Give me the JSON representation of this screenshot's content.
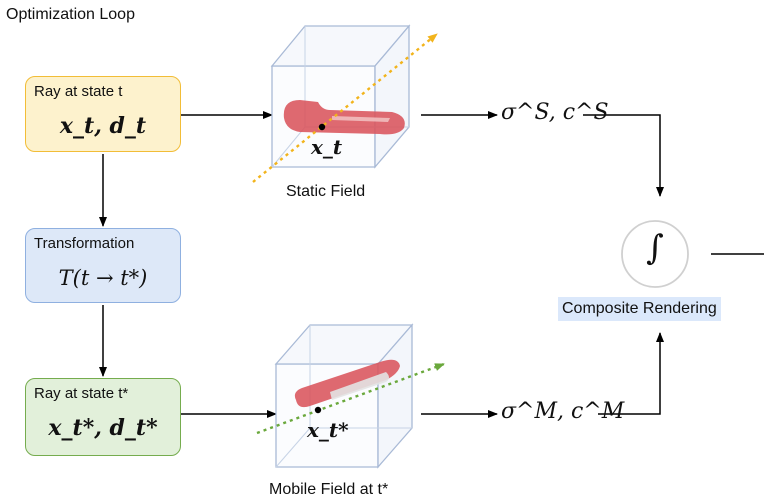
{
  "title": "Optimization Loop",
  "nodes": {
    "ray_t": {
      "label": "Ray at state t",
      "math": "x_t, d_t"
    },
    "transform": {
      "label": "Transformation",
      "math": "T(t → t*)"
    },
    "ray_tstar": {
      "label": "Ray at state t*",
      "math": "x_t*, d_t*"
    }
  },
  "static_field": {
    "caption": "Static Field",
    "point_label": "x_t",
    "output": "σ^S, c^S"
  },
  "mobile_field": {
    "caption": "Mobile Field at t*",
    "point_label": "x_t*",
    "output": "σ^M, c^M"
  },
  "composite": {
    "symbol": "∫",
    "label": "Composite Rendering"
  },
  "colors": {
    "ray_fill": "#fdf2cd",
    "ray_border": "#f2bd37",
    "transform_fill": "#dde8f8",
    "transform_border": "#8fb0e0",
    "ray2_fill": "#e2f0da",
    "ray2_border": "#75ac4e",
    "static_ray": "#f2b41c",
    "mobile_ray": "#6aa83c",
    "object": "#d9545c",
    "cube": "#a9bad6"
  }
}
